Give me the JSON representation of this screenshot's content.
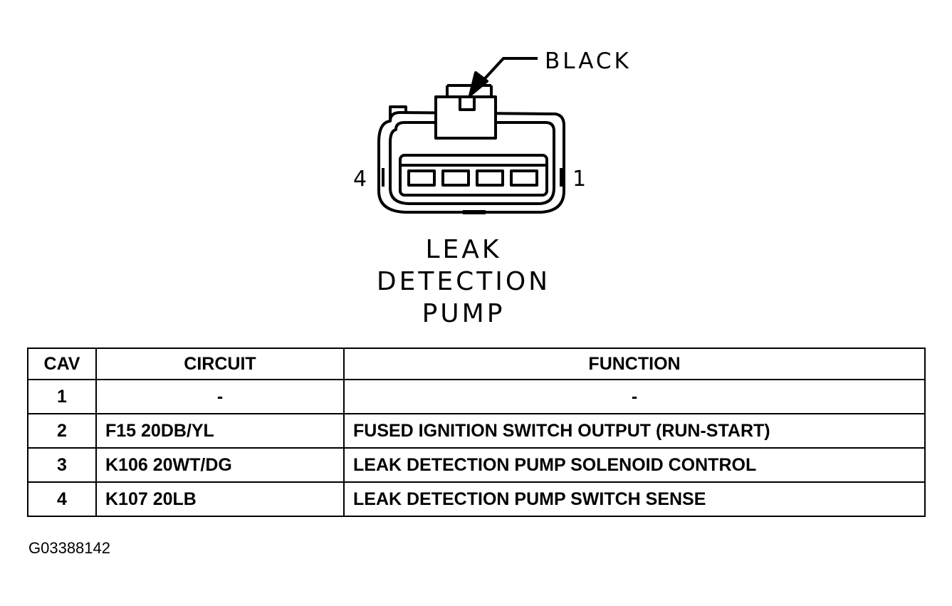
{
  "diagram": {
    "color_label": "BLACK",
    "pin_left_label": "4",
    "pin_right_label": "1",
    "title_lines": [
      "LEAK",
      "DETECTION",
      "PUMP"
    ]
  },
  "table": {
    "headers": {
      "cav": "CAV",
      "circuit": "CIRCUIT",
      "function": "FUNCTION"
    },
    "rows": [
      {
        "cav": "1",
        "circuit": "-",
        "function": "-"
      },
      {
        "cav": "2",
        "circuit": "F15 20DB/YL",
        "function": "FUSED IGNITION SWITCH OUTPUT (RUN-START)"
      },
      {
        "cav": "3",
        "circuit": "K106 20WT/DG",
        "function": "LEAK DETECTION PUMP SOLENOID CONTROL"
      },
      {
        "cav": "4",
        "circuit": "K107 20LB",
        "function": "LEAK DETECTION PUMP SWITCH SENSE"
      }
    ]
  },
  "figure_id": "G03388142"
}
